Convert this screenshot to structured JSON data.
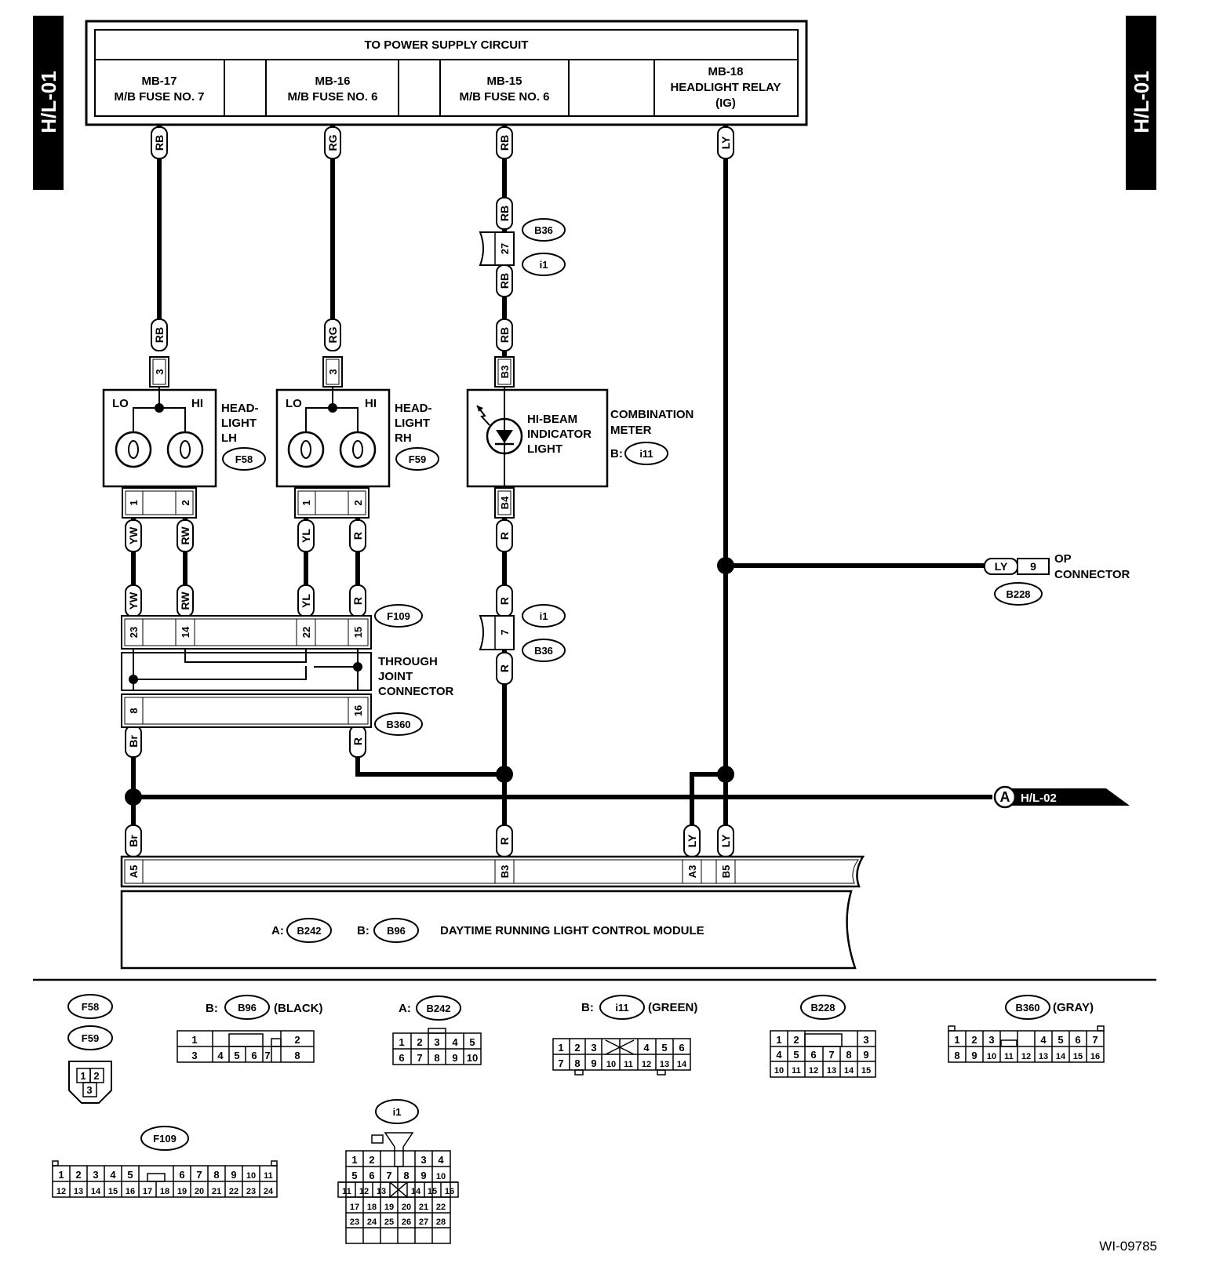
{
  "page": {
    "side_tab_left": "H/L-01",
    "side_tab_right": "H/L-01",
    "figure_id": "WI-09785"
  },
  "power_supply": {
    "title": "TO POWER SUPPLY CIRCUIT",
    "cells": [
      {
        "line1": "MB-17",
        "line2": "M/B FUSE NO. 7",
        "line3": ""
      },
      {
        "line1": "MB-16",
        "line2": "M/B FUSE NO. 6",
        "line3": ""
      },
      {
        "line1": "MB-15",
        "line2": "M/B FUSE NO. 6",
        "line3": ""
      },
      {
        "line1": "MB-18",
        "line2": "HEADLIGHT RELAY",
        "line3": "(IG)"
      }
    ]
  },
  "wires": {
    "rb": "RB",
    "rg": "RG",
    "ly": "LY",
    "yw": "YW",
    "rw": "RW",
    "yl": "YL",
    "r": "R",
    "br": "Br"
  },
  "pins": {
    "p3": "3",
    "p1": "1",
    "p2": "2",
    "p27": "27",
    "p7": "7",
    "p9": "9",
    "b3": "B3",
    "b4": "B4",
    "b5": "B5",
    "a3": "A3",
    "a5": "A5",
    "p23": "23",
    "p14": "14",
    "p22": "22",
    "p15": "15",
    "p8": "8",
    "p16": "16"
  },
  "components": {
    "headlight_lh": {
      "line1": "HEAD-",
      "line2": "LIGHT",
      "line3": "LH",
      "conn": "F58",
      "lo": "LO",
      "hi": "HI"
    },
    "headlight_rh": {
      "line1": "HEAD-",
      "line2": "LIGHT",
      "line3": "RH",
      "conn": "F59",
      "lo": "LO",
      "hi": "HI"
    },
    "hibeam": {
      "line1": "HI-BEAM",
      "line2": "INDICATOR",
      "line3": "LIGHT"
    },
    "combination_meter": {
      "line1": "COMBINATION",
      "line2": "METER",
      "prefix": "B:",
      "conn": "i11"
    },
    "op_connector": {
      "line1": "OP",
      "line2": "CONNECTOR",
      "conn": "B228"
    },
    "through_joint": {
      "line1": "THROUGH",
      "line2": "JOINT",
      "line3": "CONNECTOR",
      "conn_top": "F109",
      "conn_bottom": "B360"
    },
    "drl_module": {
      "a_prefix": "A:",
      "a_conn": "B242",
      "b_prefix": "B:",
      "b_conn": "B96",
      "label": "DAYTIME RUNNING LIGHT CONTROL MODULE"
    },
    "offpage": {
      "letter": "A",
      "ref": "H/L-02"
    },
    "connectors": {
      "b36": "B36",
      "i1": "i1"
    }
  },
  "legend": {
    "f58": "F58",
    "f59": "F59",
    "f58_pins": [
      "1",
      "2",
      "3"
    ],
    "b96": {
      "prefix": "B:",
      "conn": "B96",
      "color": "(BLACK)",
      "row1": [
        "1",
        "2"
      ],
      "row2": [
        "3",
        "4",
        "5",
        "6",
        "7",
        "8"
      ]
    },
    "b242": {
      "prefix": "A:",
      "conn": "B242",
      "row1": [
        "1",
        "2",
        "3",
        "4",
        "5"
      ],
      "row2": [
        "6",
        "7",
        "8",
        "9",
        "10"
      ]
    },
    "i11": {
      "prefix": "B:",
      "conn": "i11",
      "color": "(GREEN)",
      "row1": [
        "1",
        "2",
        "3",
        "4",
        "5",
        "6"
      ],
      "row2": [
        "7",
        "8",
        "9",
        "10",
        "11",
        "12",
        "13",
        "14"
      ]
    },
    "b228": {
      "conn": "B228",
      "row1": [
        "1",
        "2",
        "3"
      ],
      "row2": [
        "4",
        "5",
        "6",
        "7",
        "8",
        "9"
      ],
      "row3": [
        "10",
        "11",
        "12",
        "13",
        "14",
        "15"
      ]
    },
    "b360": {
      "conn": "B360",
      "color": "(GRAY)",
      "row1": [
        "1",
        "2",
        "3",
        "4",
        "5",
        "6",
        "7"
      ],
      "row2": [
        "8",
        "9",
        "10",
        "11",
        "12",
        "13",
        "14",
        "15",
        "16"
      ]
    },
    "f109": {
      "conn": "F109",
      "row1": [
        "1",
        "2",
        "3",
        "4",
        "5",
        "6",
        "7",
        "8",
        "9",
        "10",
        "11"
      ],
      "row2": [
        "12",
        "13",
        "14",
        "15",
        "16",
        "17",
        "18",
        "19",
        "20",
        "21",
        "22",
        "23",
        "24"
      ]
    },
    "i1": {
      "conn": "i1",
      "row1": [
        "1",
        "2",
        "3",
        "4"
      ],
      "row2": [
        "5",
        "6",
        "7",
        "8",
        "9",
        "10"
      ],
      "row3": [
        "11",
        "12",
        "13",
        "14",
        "15",
        "16"
      ],
      "row4": [
        "17",
        "18",
        "19",
        "20",
        "21",
        "22"
      ],
      "row5": [
        "23",
        "24",
        "25",
        "26",
        "27",
        "28"
      ]
    }
  }
}
